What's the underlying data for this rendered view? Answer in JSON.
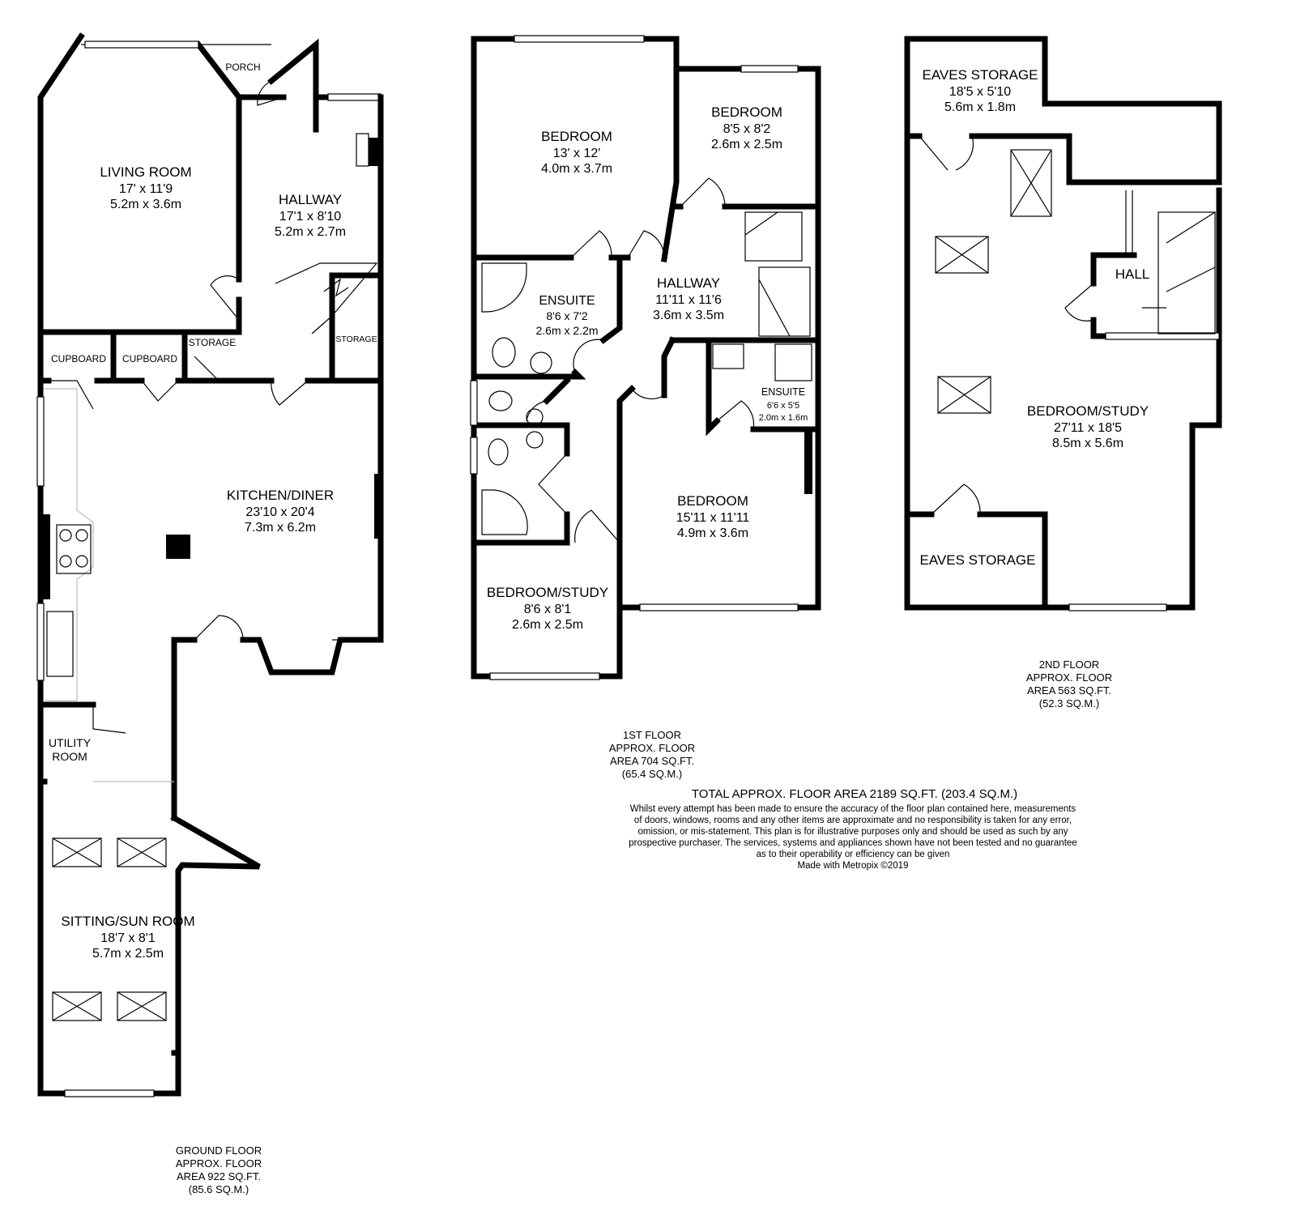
{
  "ground_floor": {
    "rooms": {
      "living_room": {
        "name": "LIVING ROOM",
        "imperial": "17' x 11'9",
        "metric": "5.2m x 3.6m"
      },
      "hallway": {
        "name": "HALLWAY",
        "imperial": "17'1 x 8'10",
        "metric": "5.2m x 2.7m"
      },
      "porch": {
        "name": "PORCH"
      },
      "cupboard1": {
        "name": "CUPBOARD"
      },
      "cupboard2": {
        "name": "CUPBOARD"
      },
      "storage1": {
        "name": "STORAGE"
      },
      "storage2": {
        "name": "STORAGE"
      },
      "kitchen": {
        "name": "KITCHEN/DINER",
        "imperial": "23'10 x 20'4",
        "metric": "7.3m x 6.2m"
      },
      "utility": {
        "name1": "UTILITY",
        "name2": "ROOM"
      },
      "sun_room": {
        "name": "SITTING/SUN ROOM",
        "imperial": "18'7 x 8'1",
        "metric": "5.7m x 2.5m"
      }
    },
    "area": [
      "GROUND FLOOR",
      "APPROX. FLOOR",
      "AREA 922 SQ.FT.",
      "(85.6 SQ.M.)"
    ]
  },
  "first_floor": {
    "rooms": {
      "bedroom1": {
        "name": "BEDROOM",
        "imperial": "13' x 12'",
        "metric": "4.0m x 3.7m"
      },
      "bedroom2": {
        "name": "BEDROOM",
        "imperial": "8'5 x 8'2",
        "metric": "2.6m x 2.5m"
      },
      "ensuite1": {
        "name": "ENSUITE",
        "imperial": "8'6 x 7'2",
        "metric": "2.6m x 2.2m"
      },
      "hallway": {
        "name": "HALLWAY",
        "imperial": "11'11 x 11'6",
        "metric": "3.6m x 3.5m"
      },
      "ensuite2": {
        "name": "ENSUITE",
        "imperial": "6'6 x 5'5",
        "metric": "2.0m x 1.6m"
      },
      "bedroom3": {
        "name": "BEDROOM",
        "imperial": "15'11 x 11'11",
        "metric": "4.9m x 3.6m"
      },
      "study": {
        "name": "BEDROOM/STUDY",
        "imperial": "8'6 x 8'1",
        "metric": "2.6m x 2.5m"
      }
    },
    "area": [
      "1ST FLOOR",
      "APPROX. FLOOR",
      "AREA 704 SQ.FT.",
      "(65.4 SQ.M.)"
    ]
  },
  "second_floor": {
    "rooms": {
      "eaves1": {
        "name": "EAVES STORAGE",
        "imperial": "18'5 x 5'10",
        "metric": "5.6m x 1.8m"
      },
      "hall": {
        "name": "HALL"
      },
      "bedroom": {
        "name": "BEDROOM/STUDY",
        "imperial": "27'11 x 18'5",
        "metric": "8.5m x 5.6m"
      },
      "eaves2": {
        "name": "EAVES STORAGE"
      }
    },
    "area": [
      "2ND FLOOR",
      "APPROX. FLOOR",
      "AREA 563 SQ.FT.",
      "(52.3 SQ.M.)"
    ]
  },
  "total": "TOTAL APPROX. FLOOR AREA 2189 SQ.FT. (203.4 SQ.M.)",
  "disclaimer": [
    "Whilst every attempt has been made to ensure the accuracy of the floor plan contained here, measurements",
    "of doors, windows, rooms and any other items are approximate and no responsibility is taken for any error,",
    "omission, or mis-statement. This plan is for illustrative purposes only and should be used as such by any",
    "prospective purchaser. The services, systems and appliances shown have not been tested and no guarantee",
    "as to their operability or efficiency can be given"
  ],
  "credit": "Made with Metropix ©2019"
}
